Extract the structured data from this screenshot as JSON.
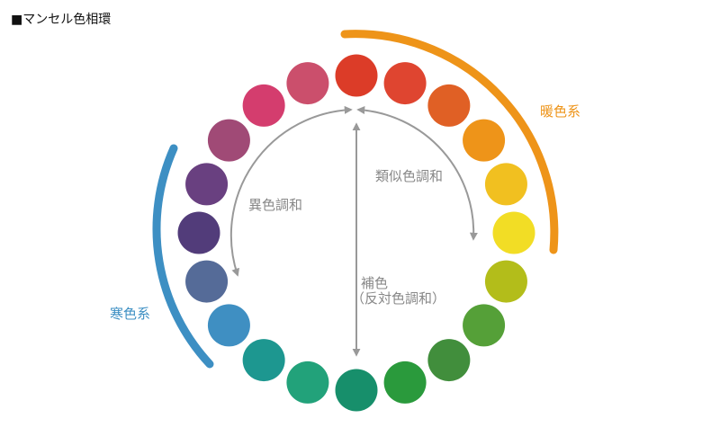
{
  "title": "■マンセル色相環",
  "labels": {
    "warm": "暖色系",
    "cool": "寒色系",
    "analogous": "類似色調和",
    "contrasting": "異色調和",
    "complementary_line1": "補色",
    "complementary_line2": "（反対色調和）"
  },
  "colors": {
    "warm": "#ee9419",
    "cool": "#3d8fc3",
    "arrow": "#999999"
  },
  "hues": [
    "#dc3c28",
    "#df4530",
    "#e06025",
    "#ee9419",
    "#f1c020",
    "#f2dd25",
    "#b3bd1a",
    "#55a038",
    "#418e3c",
    "#2a9a3c",
    "#178f6b",
    "#22a27a",
    "#1d9790",
    "#3f8fc2",
    "#556b98",
    "#523c7a",
    "#694080",
    "#a04a76",
    "#d43d6e",
    "#cb4f6c"
  ]
}
